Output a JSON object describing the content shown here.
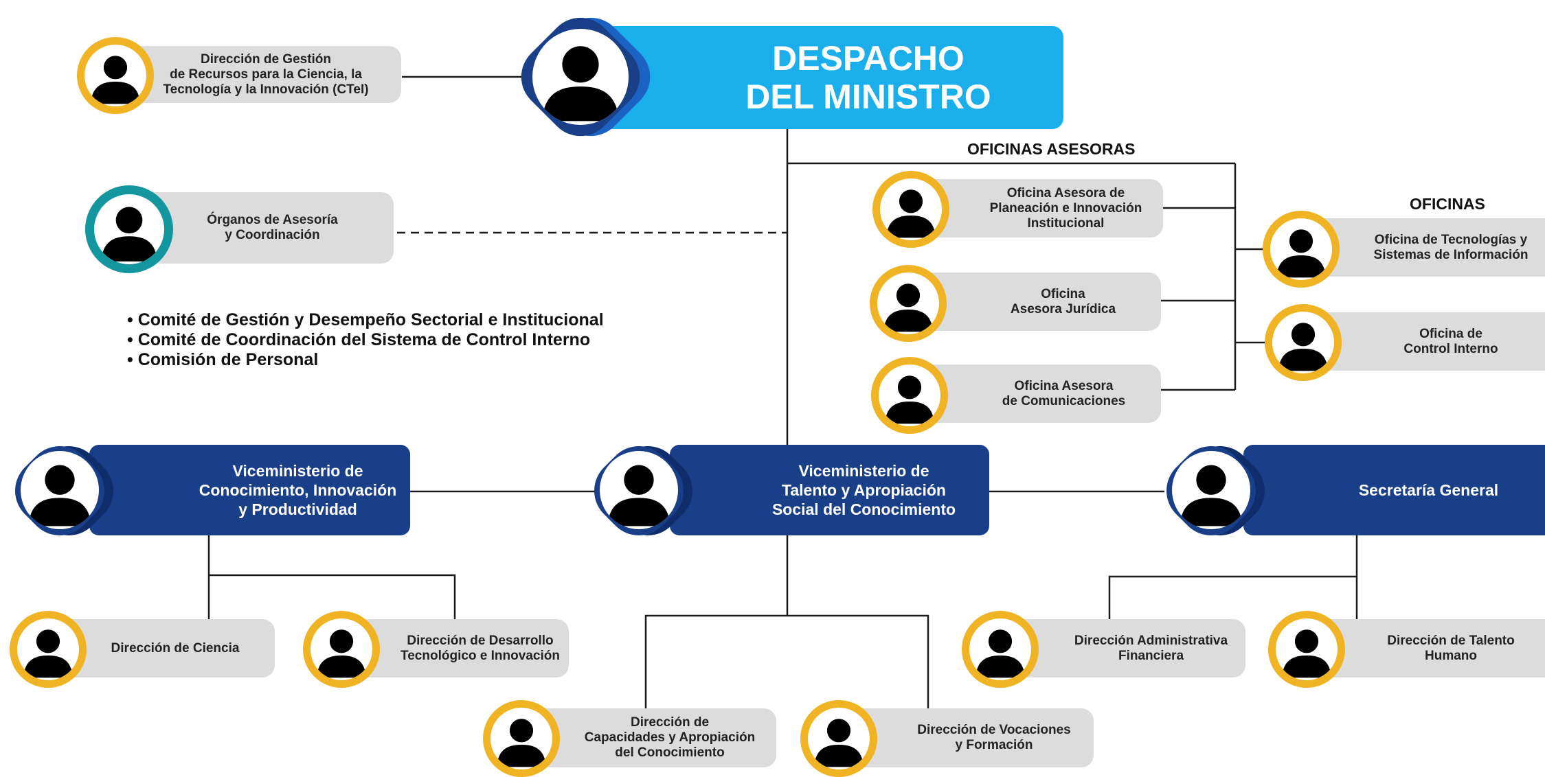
{
  "title": "DESPACHO\nDEL MINISTRO",
  "icon": "person-icon",
  "colors": {
    "title_blue": "#1aaeea",
    "dark_blue": "#183f88",
    "navy": "#0f2d6b",
    "gold": "#efb324",
    "teal": "#14969f",
    "pill_gray": "#dcdcdc"
  },
  "top_left_unit": "Dirección de Gestión\nde Recursos para la Ciencia, la\nTecnología y la Innovación (CTeI)",
  "organos": "Órganos de Asesoría\ny Coordinación",
  "committees": [
    "Comité de Gestión y Desempeño Sectorial e Institucional",
    "Comité de Coordinación del Sistema de Control Interno",
    "Comisión de Personal"
  ],
  "oficinas_asesoras": {
    "heading": "OFICINAS ASESORAS",
    "items": [
      "Oficina Asesora de\nPlaneación e Innovación\nInstitucional",
      "Oficina\nAsesora Jurídica",
      "Oficina Asesora\nde Comunicaciones"
    ]
  },
  "oficinas": {
    "heading": "OFICINAS",
    "items": [
      "Oficina de Tecnologías y\nSistemas de Información",
      "Oficina de\nControl Interno"
    ]
  },
  "viceministerios": [
    "Viceministerio de\nConocimiento, Innovación\ny Productividad",
    "Viceministerio de\nTalento y Apropiación\nSocial del Conocimiento",
    "Secretaría General"
  ],
  "direcciones": {
    "conocimiento": [
      "Dirección de Ciencia",
      "Dirección de Desarrollo\nTecnológico e Innovación"
    ],
    "talento": [
      "Dirección de\nCapacidades y  Apropiación\ndel Conocimiento",
      "Dirección de Vocaciones\ny Formación"
    ],
    "secretaria": [
      "Dirección Administrativa\nFinanciera",
      "Dirección de Talento\nHumano"
    ]
  }
}
